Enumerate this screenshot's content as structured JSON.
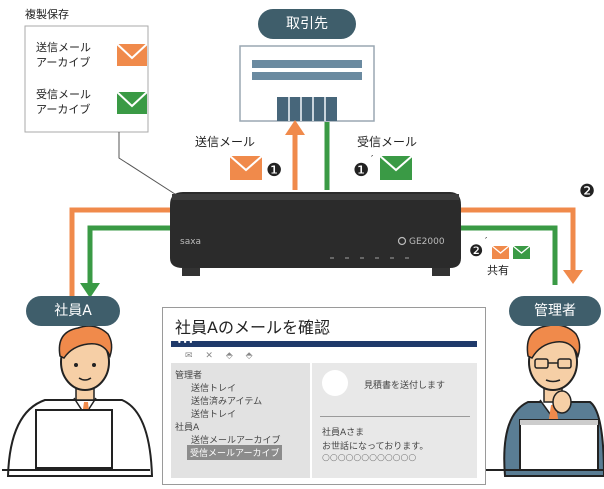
{
  "labels": {
    "duplicate_storage": "複製保存",
    "sent_archive": "送信メール\nアーカイブ",
    "recv_archive": "受信メール\nアーカイブ",
    "partner": "取引先",
    "sent_mail": "送信メール",
    "recv_mail": "受信メール",
    "step1": "❶",
    "step1p": "❶",
    "step2": "❷",
    "step2p": "❷",
    "shared": "共有",
    "employee_a": "社員A",
    "admin": "管理者",
    "device_brand": "saxa",
    "device_model": "GE2000"
  },
  "mail_ui": {
    "title": "社員Aのメールを確認",
    "dots": "•••",
    "toolbar_icons": [
      "mail-icon",
      "close-icon",
      "forward-icon",
      "forward-icon"
    ],
    "folders": [
      {
        "label": "管理者",
        "level": 0,
        "selected": false
      },
      {
        "label": "送信トレイ",
        "level": 1,
        "selected": false
      },
      {
        "label": "送信済みアイテム",
        "level": 1,
        "selected": false
      },
      {
        "label": "送信トレイ",
        "level": 1,
        "selected": false
      },
      {
        "label": "社員A",
        "level": 0,
        "selected": false
      },
      {
        "label": "送信メールアーカイブ",
        "level": 1,
        "selected": false
      },
      {
        "label": "受信メールアーカイブ",
        "level": 1,
        "selected": true
      }
    ],
    "subject": "見積書を送付します",
    "body_lines": [
      "社員Aさま",
      "お世話になっております。",
      "○○○○○○○○○○○○"
    ]
  },
  "colors": {
    "orange": "#f08a4b",
    "green": "#3a9a45",
    "pill": "#3f5e6b",
    "device": "#2b2b2b",
    "navy": "#1f3a6a"
  }
}
